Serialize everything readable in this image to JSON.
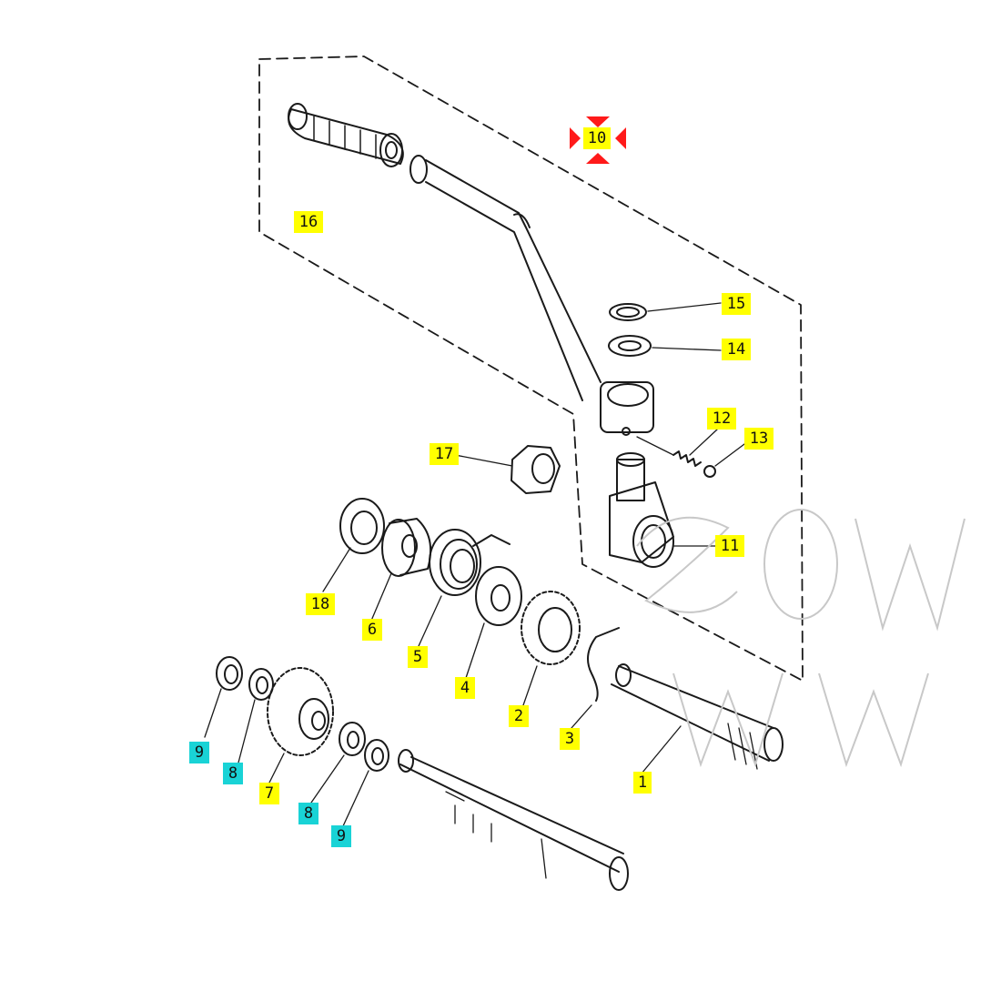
{
  "diagram": {
    "selected_part": "10",
    "colors": {
      "highlight_primary": "#ffff00",
      "highlight_secondary": "#19d3d6",
      "selection_marker": "#ff1a1a",
      "linework": "#1a1a1a"
    },
    "callouts": [
      {
        "id": "c16",
        "label": "16",
        "highlight": "yellow"
      },
      {
        "id": "c10",
        "label": "10",
        "highlight": "yellow"
      },
      {
        "id": "c15",
        "label": "15",
        "highlight": "yellow"
      },
      {
        "id": "c14",
        "label": "14",
        "highlight": "yellow"
      },
      {
        "id": "c12",
        "label": "12",
        "highlight": "yellow"
      },
      {
        "id": "c13",
        "label": "13",
        "highlight": "yellow"
      },
      {
        "id": "c17",
        "label": "17",
        "highlight": "yellow"
      },
      {
        "id": "c11",
        "label": "11",
        "highlight": "yellow"
      },
      {
        "id": "c18",
        "label": "18",
        "highlight": "yellow"
      },
      {
        "id": "c6",
        "label": "6",
        "highlight": "yellow"
      },
      {
        "id": "c5",
        "label": "5",
        "highlight": "yellow"
      },
      {
        "id": "c4",
        "label": "4",
        "highlight": "yellow"
      },
      {
        "id": "c2",
        "label": "2",
        "highlight": "yellow"
      },
      {
        "id": "c3",
        "label": "3",
        "highlight": "yellow"
      },
      {
        "id": "c1",
        "label": "1",
        "highlight": "yellow"
      },
      {
        "id": "c9a",
        "label": "9",
        "highlight": "cyan"
      },
      {
        "id": "c8a",
        "label": "8",
        "highlight": "cyan"
      },
      {
        "id": "c7",
        "label": "7",
        "highlight": "yellow"
      },
      {
        "id": "c8b",
        "label": "8",
        "highlight": "cyan"
      },
      {
        "id": "c9b",
        "label": "9",
        "highlight": "cyan"
      }
    ]
  }
}
